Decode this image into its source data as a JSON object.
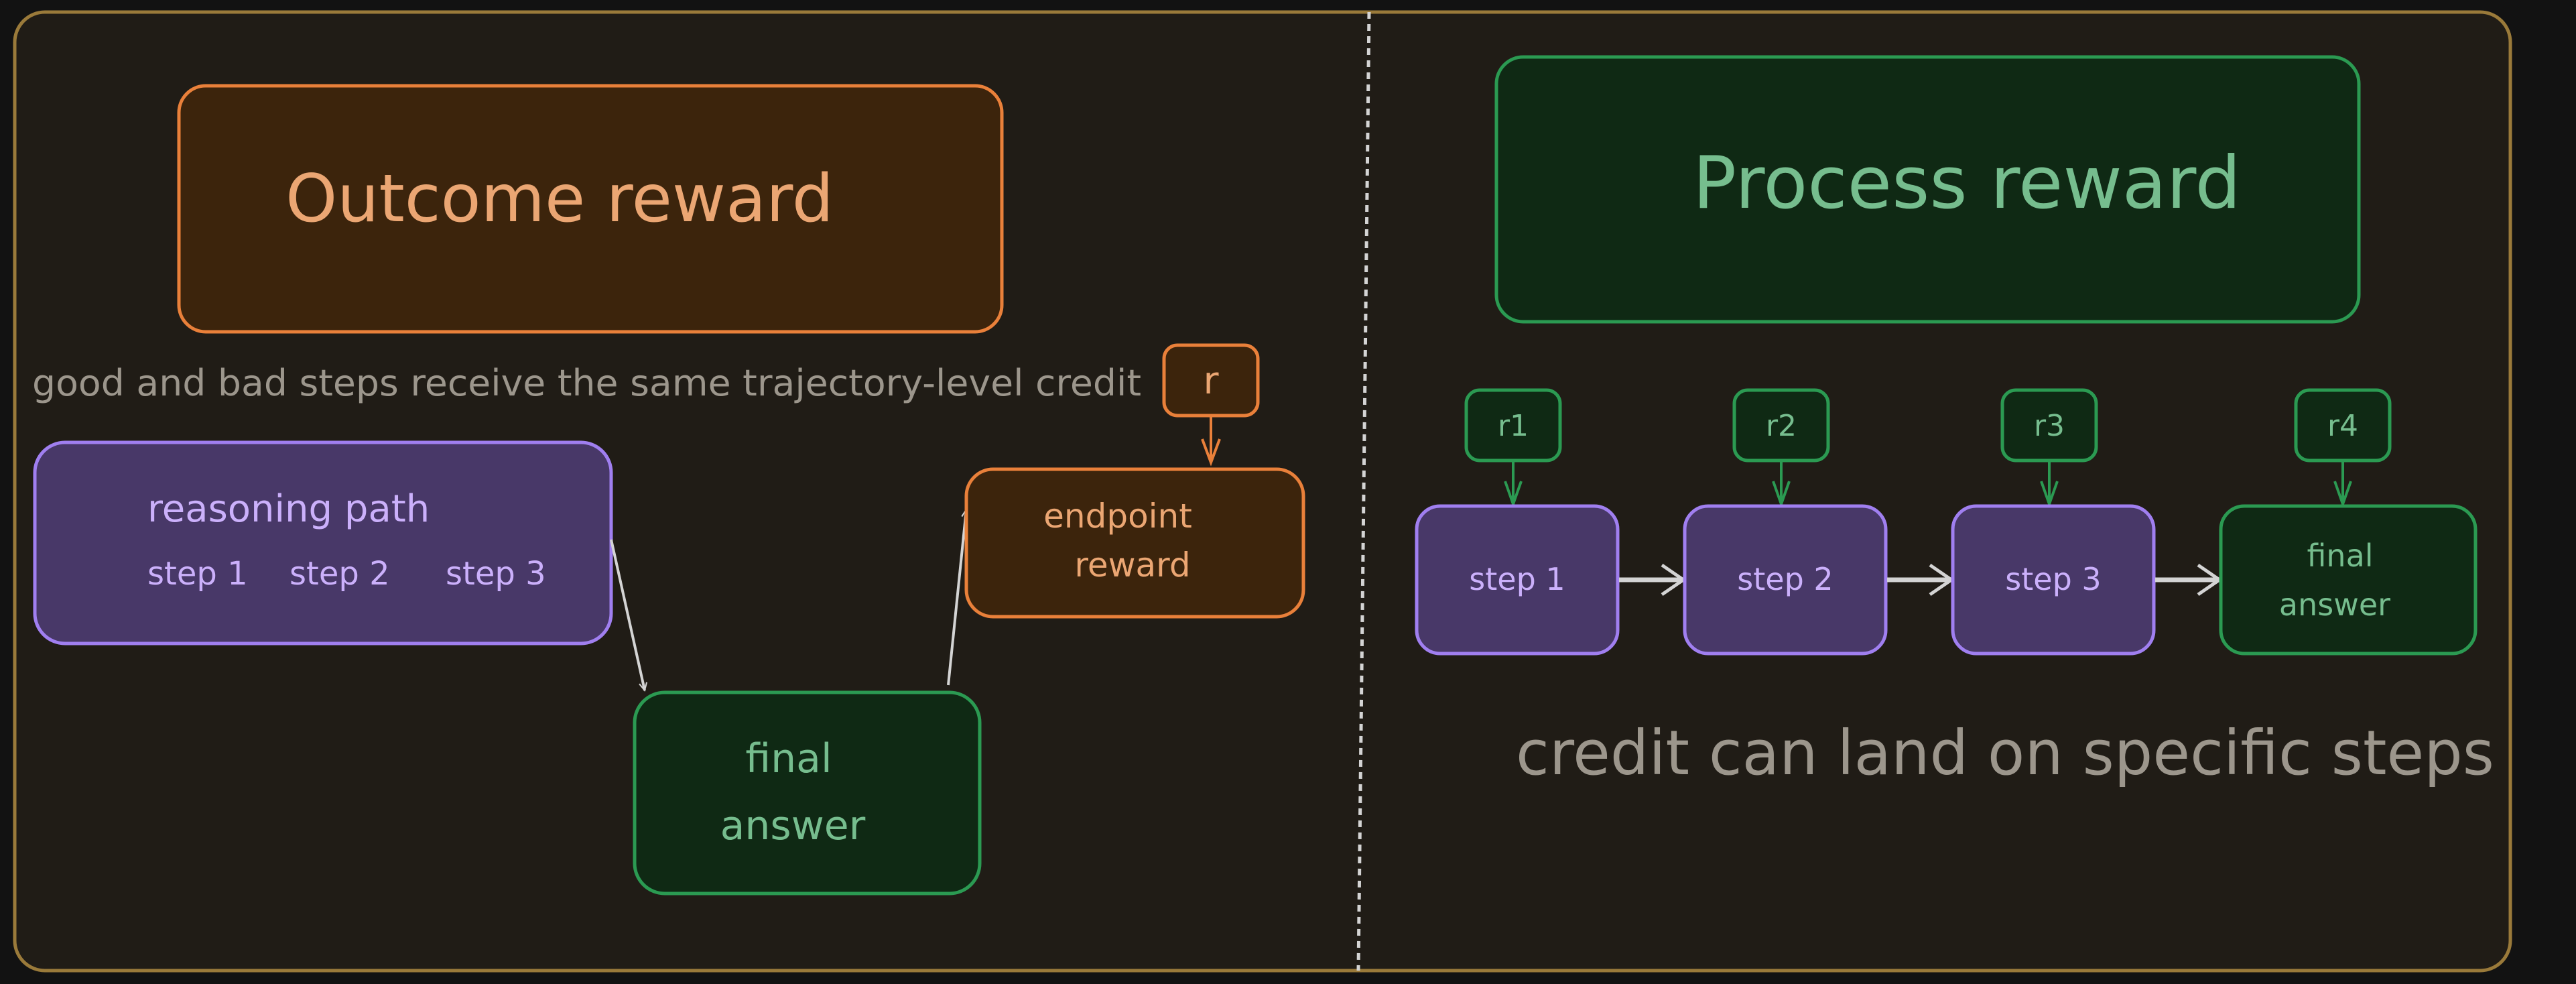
{
  "colors": {
    "background": "#121212",
    "panel_fill": "#201c16",
    "panel_stroke": "#9a7a3a",
    "orange_stroke": "#e9803a",
    "orange_fill": "#3c240c",
    "orange_text": "#eba673",
    "green_stroke": "#2b9a52",
    "green_fill": "#0f2914",
    "green_text": "#76bd8e",
    "purple_stroke": "#a07ff0",
    "purple_fill": "#483868",
    "purple_text": "#cbb0fb",
    "arrow_light": "#d4d4d4",
    "caption_text": "#9c968c",
    "divider": "#d4d4d4"
  },
  "outcome": {
    "title": "Outcome reward",
    "caption": "good and bad steps receive the same trajectory-level credit",
    "reward_label": "r",
    "reasoning_title": "reasoning path",
    "steps": [
      "step 1",
      "step 2",
      "step 3"
    ],
    "final_answer": [
      "final",
      "answer"
    ],
    "endpoint_reward": [
      "endpoint",
      "reward"
    ]
  },
  "process": {
    "title": "Process reward",
    "rewards": [
      "r1",
      "r2",
      "r3",
      "r4"
    ],
    "steps": [
      "step 1",
      "step 2",
      "step 3"
    ],
    "final_answer": [
      "final",
      "answer"
    ],
    "caption": "credit can land on specific steps"
  }
}
